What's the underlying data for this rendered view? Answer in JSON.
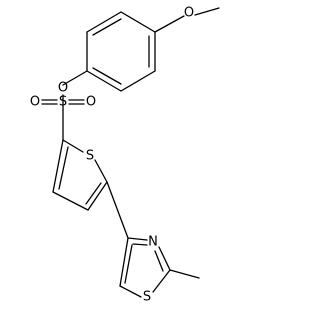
{
  "atoms": {
    "o_methoxy": "O",
    "o_ester": "O",
    "sulfur_sulfonyl": "S",
    "o_sulfonyl_left": "O",
    "o_sulfonyl_right": "O",
    "sulfur_thiophene": "S",
    "nitrogen_thiazole": "N",
    "sulfur_thiazole": "S"
  },
  "colors": {
    "bond": "#000000",
    "label": "#000000",
    "background": "#ffffff"
  }
}
